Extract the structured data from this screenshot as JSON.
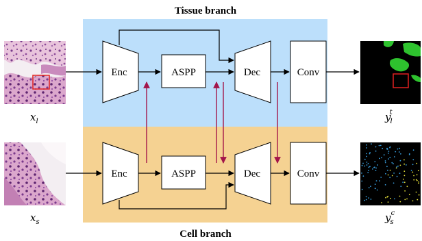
{
  "tissue_branch": {
    "title": "Tissue branch",
    "enc": "Enc",
    "aspp": "ASPP",
    "dec": "Dec",
    "conv": "Conv",
    "input_label": {
      "base": "x",
      "sub": "l"
    },
    "output_label": {
      "base": "y",
      "sub": "l",
      "sup": "t"
    }
  },
  "cell_branch": {
    "title": "Cell branch",
    "enc": "Enc",
    "aspp": "ASPP",
    "dec": "Dec",
    "conv": "Conv",
    "input_label": {
      "base": "x",
      "sub": "s"
    },
    "output_label": {
      "base": "y",
      "sub": "s",
      "sup": "c"
    }
  },
  "colors": {
    "tissue_bg": "#bcdffb",
    "cell_bg": "#f5d292",
    "cross_arrow": "#a3154a",
    "roi_box": "#e02020",
    "tissue_mask": "#2ec22e",
    "cell_dots_yellow": "#e8e23a",
    "cell_dots_blue": "#3aa0e0"
  }
}
